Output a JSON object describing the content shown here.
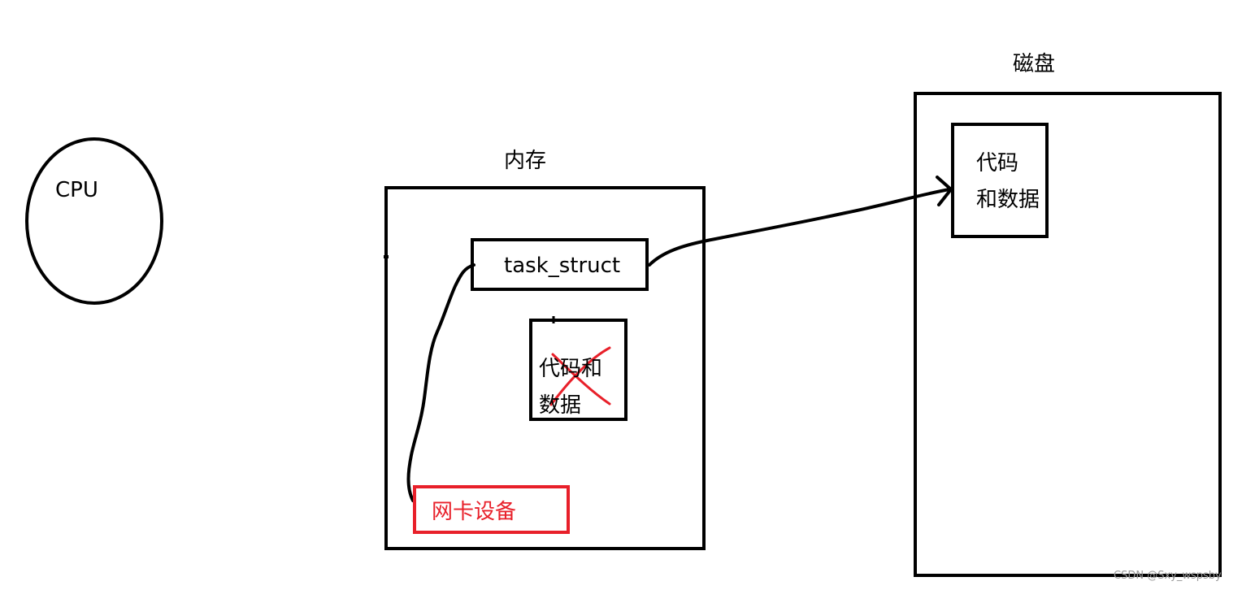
{
  "cpu": {
    "label": "CPU"
  },
  "memory": {
    "label": "内存",
    "task_struct": "task_struct",
    "code_data_line1": "代码和",
    "code_data_line2": "数据",
    "nic": "网卡设备"
  },
  "disk": {
    "label": "磁盘",
    "code_data_line1": "代码",
    "code_data_line2": "和数据"
  },
  "watermark": "CSDN @Sxy_wspsby",
  "colors": {
    "stroke": "#000000",
    "accent_red": "#e8202a",
    "watermark": "#9a9a9a"
  }
}
